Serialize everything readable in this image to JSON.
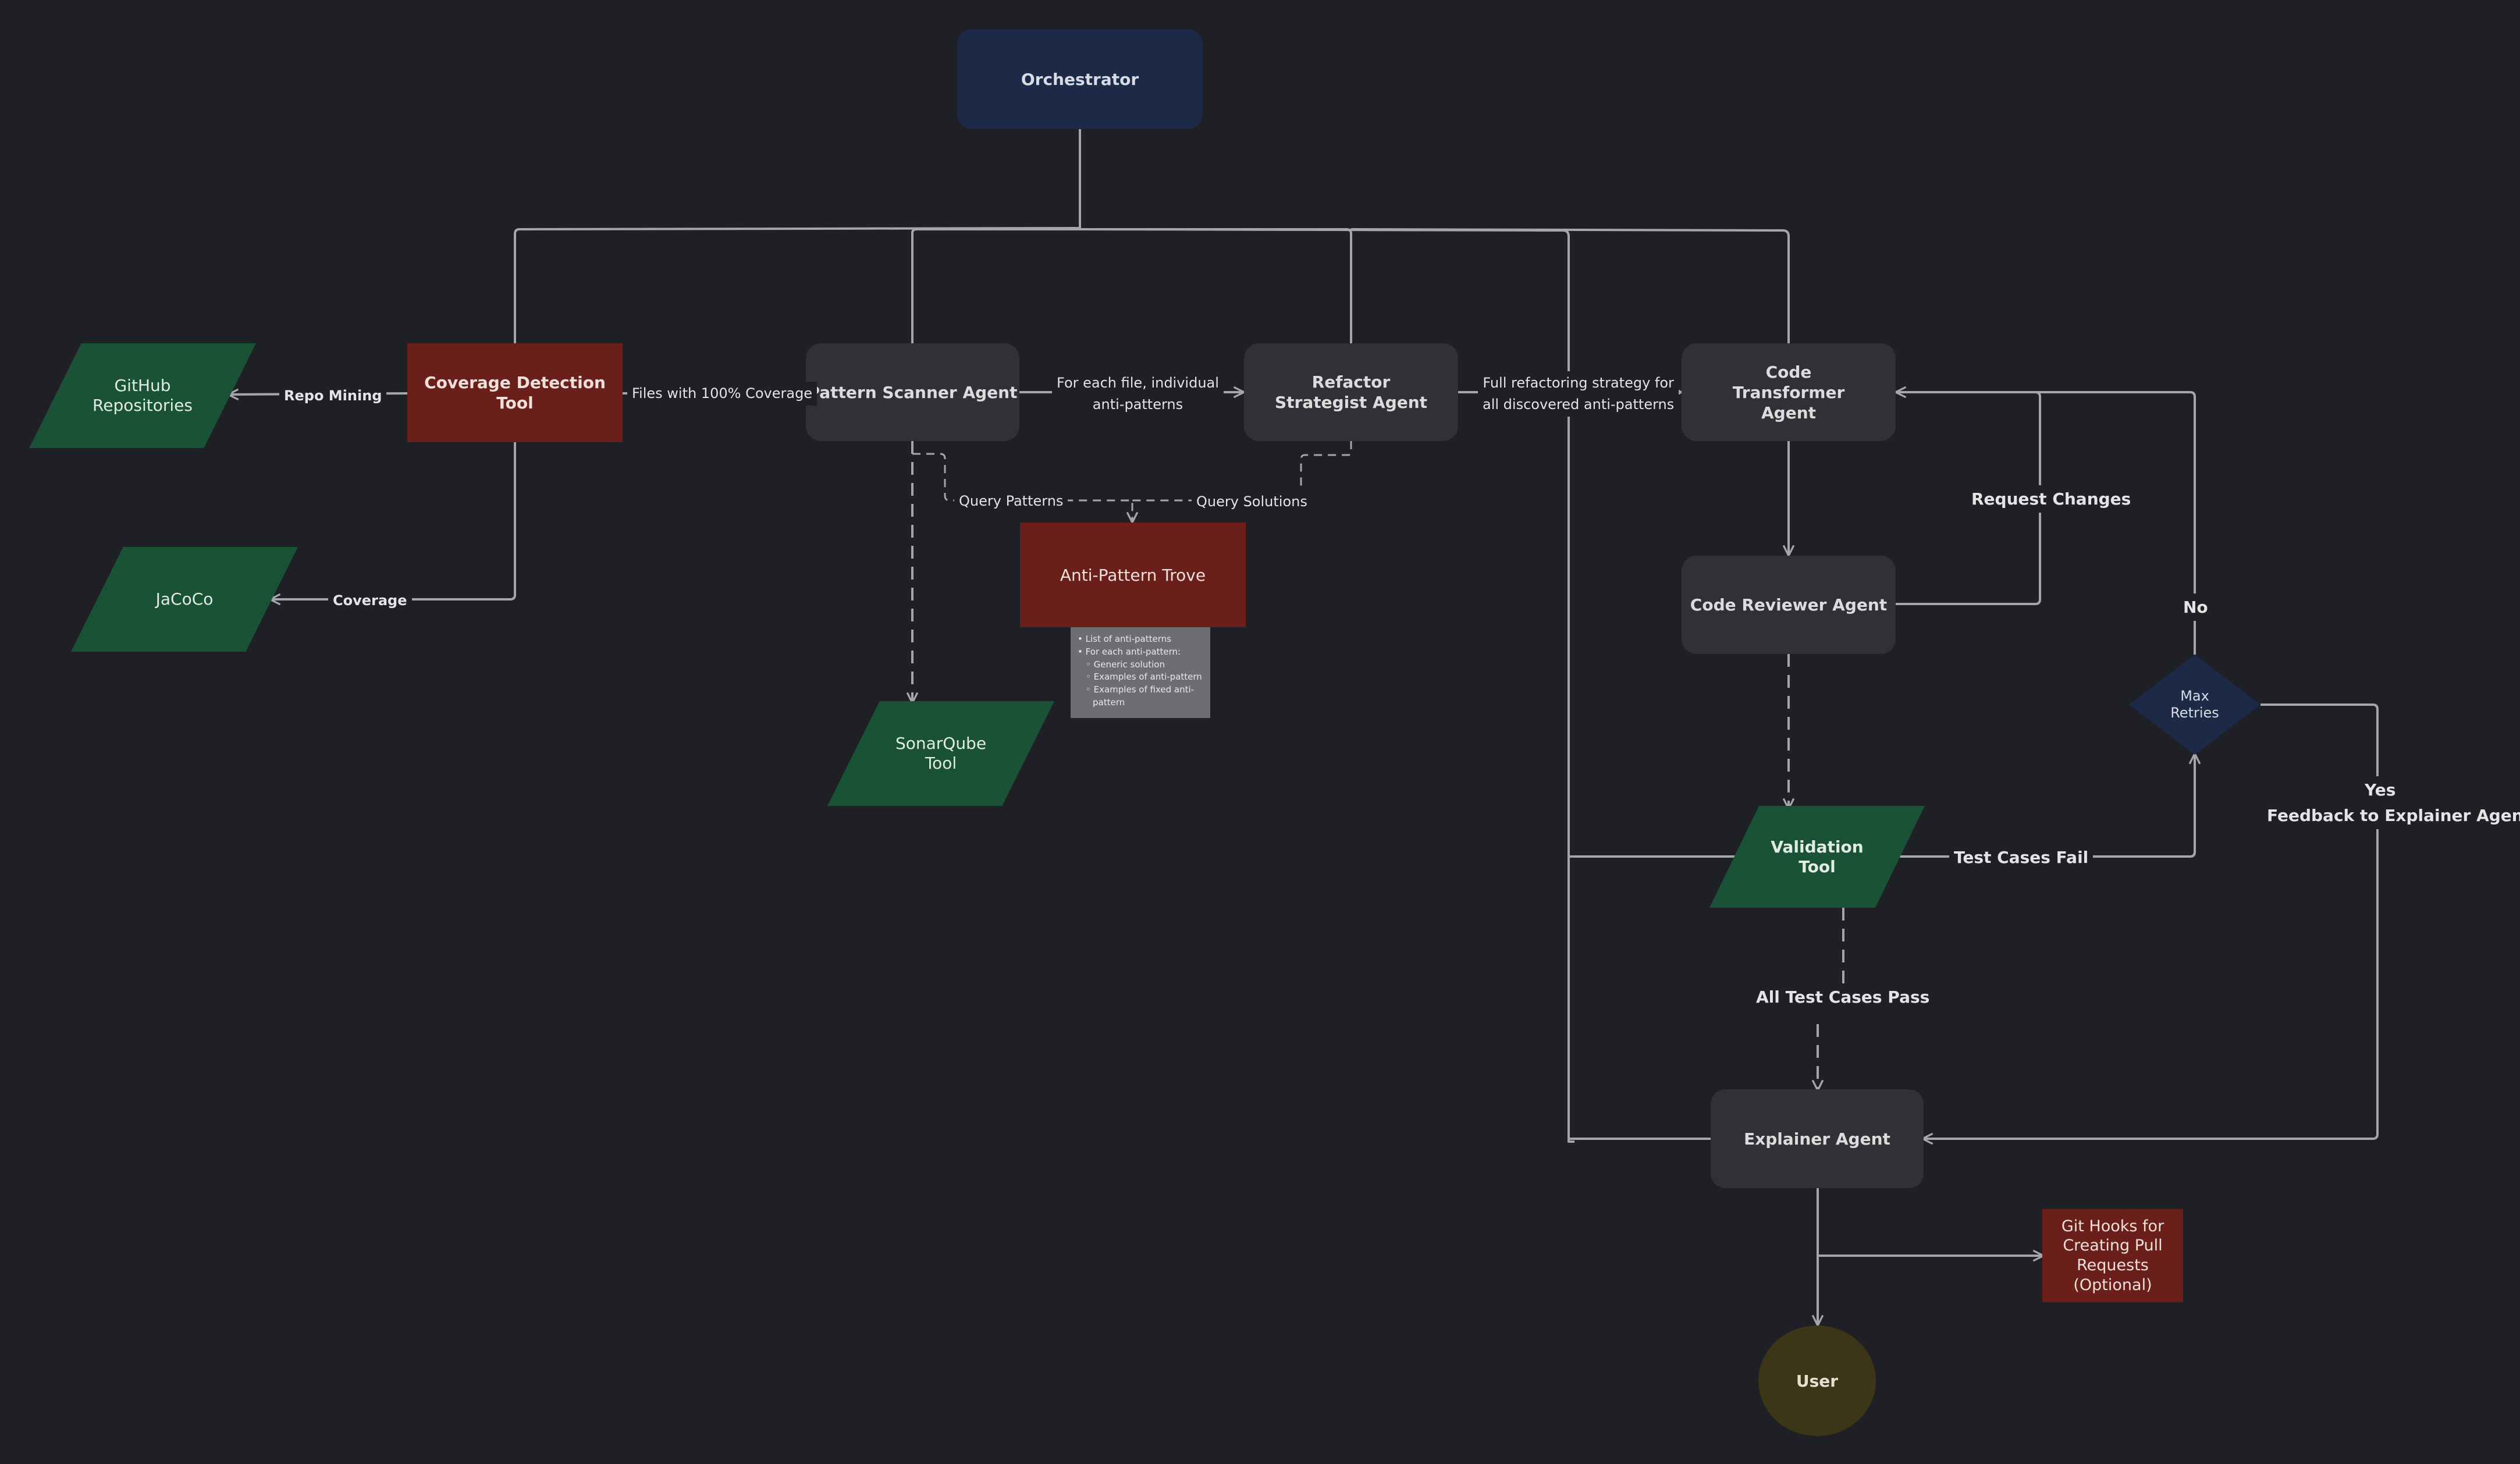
{
  "nodes": {
    "orchestrator": "Orchestrator",
    "github": "GitHub Repositories",
    "coverage_tool": "Coverage Detection Tool",
    "jacoco": "JaCoCo",
    "pattern_scanner": "Pattern Scanner Agent",
    "refactor_strategist": "Refactor Strategist Agent",
    "code_transformer": "Code Transformer Agent",
    "anti_pattern_trove": "Anti-Pattern Trove",
    "sonarqube": "SonarQube Tool",
    "code_reviewer": "Code Reviewer Agent",
    "max_retries": "Max Retries",
    "validation_tool": "Validation Tool",
    "explainer": "Explainer Agent",
    "git_hooks": "Git Hooks for Creating Pull Requests (Optional)",
    "user": "User"
  },
  "note_items": [
    "• List of anti-patterns",
    "• For each anti-pattern:",
    "   ◦ Generic solution",
    "   ◦ Examples of anti-pattern",
    "   ◦ Examples of fixed anti-",
    "      pattern"
  ],
  "edge_labels": {
    "repo_mining": "Repo Mining",
    "coverage": "Coverage",
    "files_full_coverage": "Files with 100% Coverage",
    "per_file_line1": "For each file, individual",
    "per_file_line2": "anti-patterns",
    "full_strategy_line1": "Full refactoring strategy for",
    "full_strategy_line2": "all discovered anti-patterns",
    "query_patterns": "Query Patterns",
    "query_solutions": "Query Solutions",
    "request_changes": "Request Changes",
    "no": "No",
    "yes": "Yes",
    "feedback": "Feedback to Explainer Agent",
    "test_cases_fail": "Test Cases Fail",
    "all_test_cases_pass": "All Test Cases Pass"
  },
  "colors": {
    "background": "#1e2025",
    "agent": "#2f3136",
    "orchestrator": "#1c2a48",
    "red_tool": "#6b1f1a",
    "green_tool": "#1a5236",
    "user": "#3d3518",
    "edge": "#a4a6ab"
  }
}
